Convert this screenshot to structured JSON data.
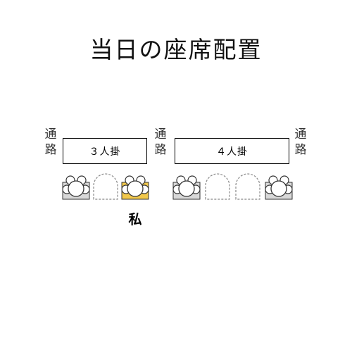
{
  "title": "当日の座席配置",
  "aisle_label": {
    "line1": "通",
    "line2": "路"
  },
  "tables": [
    {
      "label": "３人掛"
    },
    {
      "label": "４人掛"
    }
  ],
  "seats": [
    {
      "table": "３人掛",
      "status": "occupied"
    },
    {
      "table": "３人掛",
      "status": "empty"
    },
    {
      "table": "３人掛",
      "status": "self"
    },
    {
      "table": "４人掛",
      "status": "occupied"
    },
    {
      "table": "４人掛",
      "status": "empty"
    },
    {
      "table": "４人掛",
      "status": "empty"
    },
    {
      "table": "４人掛",
      "status": "occupied"
    }
  ],
  "self_label": "私",
  "colors": {
    "self_highlight": "#f2c84b",
    "chair_occupied": "#d8d8d8",
    "outline": "#333333",
    "empty_outline": "#888888"
  }
}
